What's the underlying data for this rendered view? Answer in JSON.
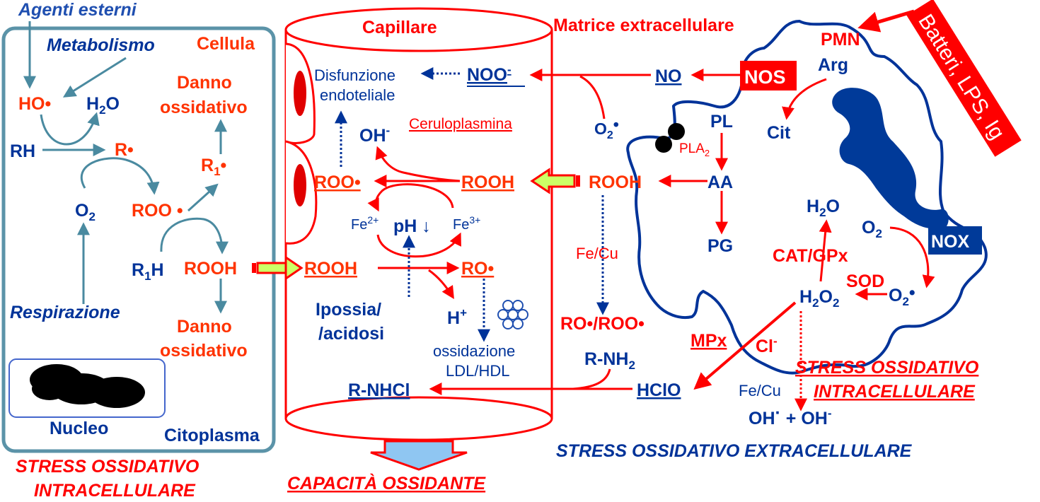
{
  "colors": {
    "red": "#ff0000",
    "orange": "#ff3300",
    "blue": "#003399",
    "teal": "#4a8aa0",
    "dark_blue_fill": "#003a99",
    "arrow_yellow": "#ccff66",
    "arrow_light_blue": "#8fc6f2"
  },
  "cell_panel": {
    "agenti_esterni": "Agenti esterni",
    "metabolismo": "Metabolismo",
    "cellula": "Cellula",
    "ho_radical": "HO•",
    "h2o_h": "H",
    "h2o_sub": "2",
    "h2o_o": "O",
    "danno_ossidativo_top_1": "Danno",
    "danno_ossidativo_top_2": "ossidativo",
    "rh": "RH",
    "r_radical": "R•",
    "r1_radical_r": "R",
    "r1_radical_sub": "1",
    "r1_radical_dot": "•",
    "o2_o": "O",
    "o2_sub": "2",
    "roo_radical": "ROO •",
    "r1h_r": "R",
    "r1h_sub": "1",
    "r1h_h": "H",
    "rooh": "ROOH",
    "respirazione": "Respirazione",
    "danno_ossidativo_bottom_1": "Danno",
    "danno_ossidativo_bottom_2": "ossidativo",
    "nucleo": "Nucleo",
    "citoplasma": "Citoplasma"
  },
  "capillary": {
    "title": "Capillare",
    "disfunzione_1": "Disfunzione",
    "disfunzione_2": "endoteliale",
    "noo": "NOO",
    "noo_sup": "-",
    "ceruloplasmina": "Ceruloplasmina",
    "oh_minus": "OH",
    "oh_minus_sup": "-",
    "roo_radical": "ROO•",
    "rooh_top": "ROOH",
    "fe2": "Fe",
    "fe2_sup": "2+",
    "ph": "pH ↓",
    "fe3": "Fe",
    "fe3_sup": "3+",
    "rooh_left": "ROOH",
    "ro_radical": "RO•",
    "ipossia_1": "Ipossia/",
    "ipossia_2": "/acidosi",
    "h_plus": "H",
    "h_plus_sup": "+",
    "ossidazione_1": "ossidazione",
    "ossidazione_2": "LDL/HDL",
    "r_nhcl": "R-NHCl"
  },
  "extracellular": {
    "matrice": "Matrice extracellulare",
    "batteri": "Batteri, LPS, Ig",
    "pmn": "PMN",
    "arg": "Arg",
    "nos": "NOS",
    "no": "NO",
    "cit": "Cit",
    "pl": "PL",
    "pla2": "PLA",
    "pla2_sub": "2",
    "o2_radical": "O",
    "o2_radical_sub": "2",
    "o2_radical_dot": "•",
    "rooh": "ROOH",
    "aa": "AA",
    "h2o_h": "H",
    "h2o_sub": "2",
    "h2o_o": "O",
    "o2_o": "O",
    "o2_sub": "2",
    "nox": "NOX",
    "fe_cu_1": "Fe/Cu",
    "pg": "PG",
    "cat_gpx": "CAT/GPx",
    "sod": "SOD",
    "h2o2_h": "H",
    "h2o2_sub1": "2",
    "h2o2_o": "O",
    "h2o2_sub2": "2",
    "o2r_o": "O",
    "o2r_sub": "2",
    "o2r_dot": "•",
    "ro_roo": "RO•/ROO•",
    "mpx": "MPx",
    "cl": "Cl",
    "cl_sup": "-",
    "r_nh2": "R-NH",
    "r_nh2_sub": "2",
    "hclo": "HClO",
    "fe_cu_2": "Fe/Cu",
    "oh_sum": "OH",
    "oh_sum_dot": "·",
    "oh_sum_plus": " + OH",
    "oh_sum_sup": "-"
  },
  "labels": {
    "stress_intra_left_1": "STRESS OSSIDATIVO",
    "stress_intra_left_2": "INTRACELLULARE",
    "capacita": "CAPACITÀ OSSIDANTE",
    "stress_intra_right_1": "STRESS OSSIDATIVO",
    "stress_intra_right_2": "INTRACELLULARE",
    "stress_extra": "STRESS OSSIDATIVO EXTRACELLULARE"
  }
}
